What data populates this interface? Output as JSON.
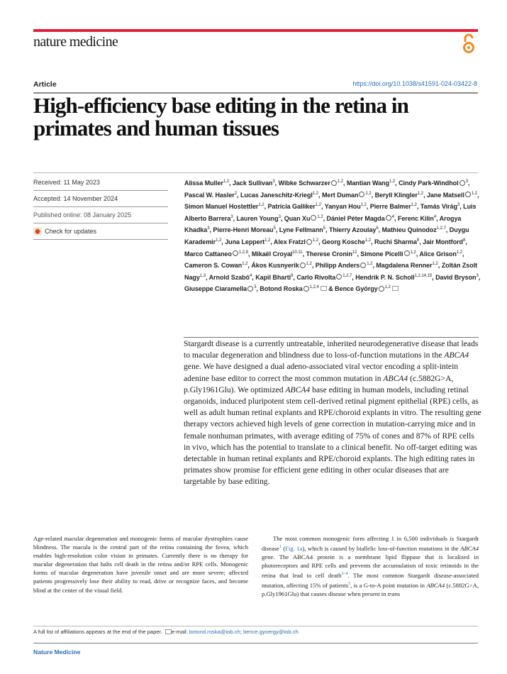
{
  "header": {
    "journal_name": "nature medicine",
    "open_access_icon": "open-access-icon",
    "accent_color": "#e0203a",
    "article_type": "Article",
    "doi": "https://doi.org/10.1038/s41591-024-03422-8"
  },
  "title": "High-efficiency base editing in the retina in primates and human tissues",
  "dates": {
    "received": "Received: 11 May 2023",
    "accepted": "Accepted: 14 November 2024",
    "published": "Published online: 08 January 2025",
    "check_updates": "Check for updates"
  },
  "authors": [
    {
      "name": "Alissa Muller",
      "aff": "1,2"
    },
    {
      "name": "Jack Sullivan",
      "aff": "3"
    },
    {
      "name": "Wibke Schwarzer",
      "aff": "1,2",
      "orcid": true
    },
    {
      "name": "Mantian Wang",
      "aff": "1,2"
    },
    {
      "name": "Cindy Park-Windhol",
      "aff": "3",
      "orcid": true
    },
    {
      "name": "Pascal W. Hasler",
      "aff": "2"
    },
    {
      "name": "Lucas Janeschitz-Kriegl",
      "aff": "1,2"
    },
    {
      "name": "Mert Duman",
      "aff": "1,2",
      "orcid": true
    },
    {
      "name": "Beryll Klingler",
      "aff": "1,2"
    },
    {
      "name": "Jane Matsell",
      "aff": "1,2",
      "orcid": true
    },
    {
      "name": "Simon Manuel Hostettler",
      "aff": "1,2"
    },
    {
      "name": "Patricia Galliker",
      "aff": "1,2"
    },
    {
      "name": "Yanyan Hou",
      "aff": "1,2"
    },
    {
      "name": "Pierre Balmer",
      "aff": "1,2"
    },
    {
      "name": "Tamás Virág",
      "aff": "3"
    },
    {
      "name": "Luis Alberto Barrera",
      "aff": "3"
    },
    {
      "name": "Lauren Young",
      "aff": "3"
    },
    {
      "name": "Quan Xu",
      "aff": "1,2",
      "orcid": true
    },
    {
      "name": "Dániel Péter Magda",
      "aff": "4",
      "orcid": true
    },
    {
      "name": "Ferenc Kilin",
      "aff": "4"
    },
    {
      "name": "Arogya Khadka",
      "aff": "3"
    },
    {
      "name": "Pierre-Henri Moreau",
      "aff": "5"
    },
    {
      "name": "Lyne Fellmann",
      "aff": "5"
    },
    {
      "name": "Thierry Azoulay",
      "aff": "6"
    },
    {
      "name": "Mathieu Quinodoz",
      "aff": "1,2,7"
    },
    {
      "name": "Duygu Karademir",
      "aff": "1,2"
    },
    {
      "name": "Juna Leppert",
      "aff": "1,2"
    },
    {
      "name": "Alex Fratzl",
      "aff": "1,2",
      "orcid": true
    },
    {
      "name": "Georg Kosche",
      "aff": "1,2"
    },
    {
      "name": "Ruchi Sharma",
      "aff": "8"
    },
    {
      "name": "Jair Montford",
      "aff": "8"
    },
    {
      "name": "Marco Cattaneo",
      "aff": "1,2,9",
      "orcid": true
    },
    {
      "name": "Mikaël Croyal",
      "aff": "10,11"
    },
    {
      "name": "Therese Cronin",
      "aff": "12"
    },
    {
      "name": "Simone Picelli",
      "aff": "1,2",
      "orcid": true
    },
    {
      "name": "Alice Grison",
      "aff": "1,2"
    },
    {
      "name": "Cameron S. Cowan",
      "aff": "1,2"
    },
    {
      "name": "Ákos Kusnyerik",
      "aff": "1,2",
      "orcid": true
    },
    {
      "name": "Philipp Anders",
      "aff": "1,2",
      "orcid": true
    },
    {
      "name": "Magdalena Renner",
      "aff": "1,2"
    },
    {
      "name": "Zoltán Zsolt Nagy",
      "aff": "1,3"
    },
    {
      "name": "Arnold Szabó",
      "aff": "4"
    },
    {
      "name": "Kapil Bharti",
      "aff": "8"
    },
    {
      "name": "Carlo Rivolta",
      "aff": "1,2,7",
      "orcid": true
    },
    {
      "name": "Hendrik P. N. Scholl",
      "aff": "1,2,14,15"
    },
    {
      "name": "David Bryson",
      "aff": "3"
    },
    {
      "name": "Giuseppe Ciaramella",
      "aff": "3",
      "orcid": true
    },
    {
      "name": "Botond Roska",
      "aff": "1,2,4",
      "orcid": true,
      "mail": true
    },
    {
      "name": "Bence György",
      "aff": "1,2",
      "orcid": true,
      "mail": true
    }
  ],
  "abstract": {
    "p1": "Stargardt disease is a currently untreatable, inherited neurodegenerative disease that leads to macular degeneration and blindness due to loss-of-function mutations in the ",
    "gene1": "ABCA4",
    "p2": " gene. We have designed a dual adeno-associated viral vector encoding a split-intein adenine base editor to correct the most common mutation in ",
    "gene2": "ABCA4",
    "p3": " (c.5882G>A, p.Gly1961Glu). We optimized ",
    "gene3": "ABCA4",
    "p4": " base editing in human models, including retinal organoids, induced pluripotent stem cell-derived retinal pigment epithelial (RPE) cells, as well as adult human retinal explants and RPE/choroid explants in vitro. The resulting gene therapy vectors achieved high levels of gene correction in mutation-carrying mice and in female nonhuman primates, with average editing of 75% of cones and 87% of RPE cells in vivo, which has the potential to translate to a clinical benefit. No off-target editing was detectable in human retinal explants and RPE/choroid explants. The high editing rates in primates show promise for efficient gene editing in other ocular diseases that are targetable by base editing."
  },
  "body": {
    "col1": "Age-related macular degeneration and monogenic forms of macular dystrophies cause blindness. The macula is the central part of the retina containing the fovea, which enables high-resolution color vision in primates. Currently there is no therapy for macular degeneration that halts cell death in the retina and/or RPE cells. Monogenic forms of macular degeneration have juvenile onset and are more severe; affected patients progressively lose their ability to read, drive or recognize faces, and become blind at the center of the visual field.",
    "col2_a": "The most common monogenic form affecting 1 in 6,500 individuals is Stargardt disease",
    "col2_ref1": "1",
    "col2_b": " (",
    "col2_fig": "Fig. 1a",
    "col2_c": "), which is caused by biallelic loss-of-function mutations in the ",
    "col2_gene1": "ABCA4",
    "col2_d": " gene. The ABCA4 protein is a membrane lipid flippase that is localized in photoreceptors and RPE cells and prevents the accumulation of toxic retinoids in the retina that lead to cell death",
    "col2_ref2": "2–4",
    "col2_e": ". The most common Stargardt disease-associated mutation, affecting 15% of patients",
    "col2_ref3": "5",
    "col2_f": ", is a G-to-A point mutation in ",
    "col2_gene2": "ABCA4",
    "col2_g": " (c.5882G>A, p.Gly1961Glu) that causes disease when present in ",
    "col2_trans": "trans"
  },
  "footnote": {
    "text": "A full list of affiliations appears at the end of the paper. ",
    "email_label": "e-mail: ",
    "email1": "botond.roska@iob.ch",
    "sep": "; ",
    "email2": "bence.gyoergy@iob.ch"
  },
  "footer": {
    "journal": "Nature Medicine"
  }
}
